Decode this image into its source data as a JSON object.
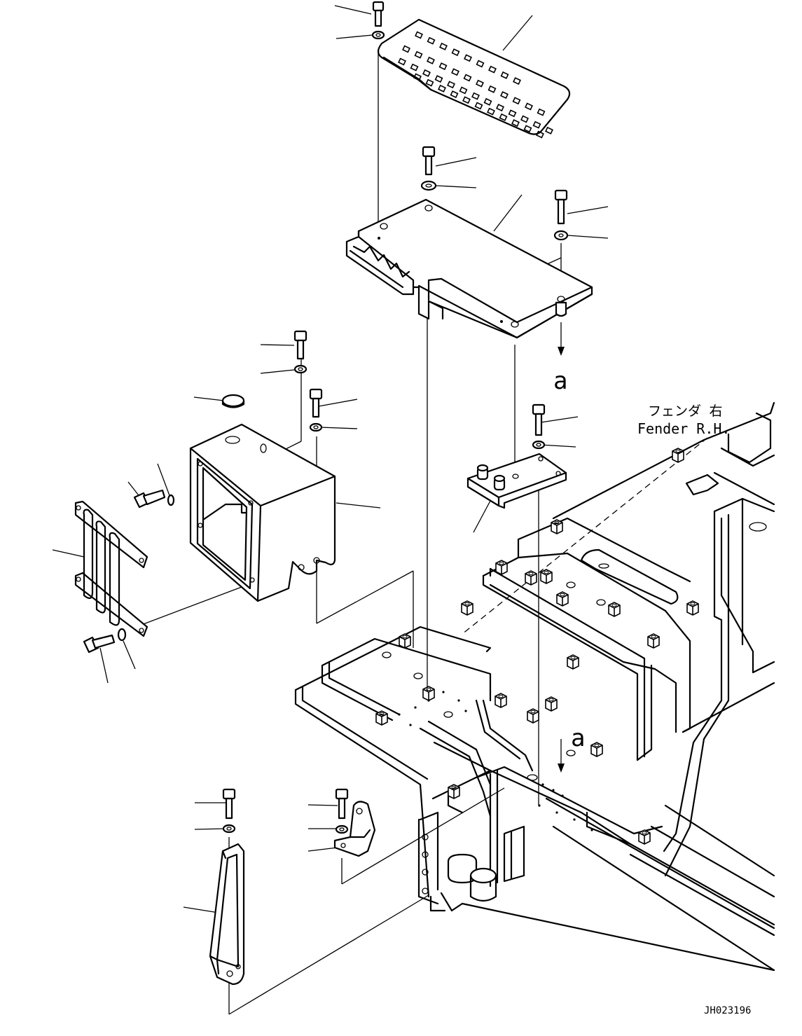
{
  "annotations": {
    "fender_jp": "フェンダ 右",
    "fender_en": "Fender R.H.",
    "ref_a_top": "a",
    "ref_a_bottom": "a",
    "drawing_no": "JH023196"
  }
}
